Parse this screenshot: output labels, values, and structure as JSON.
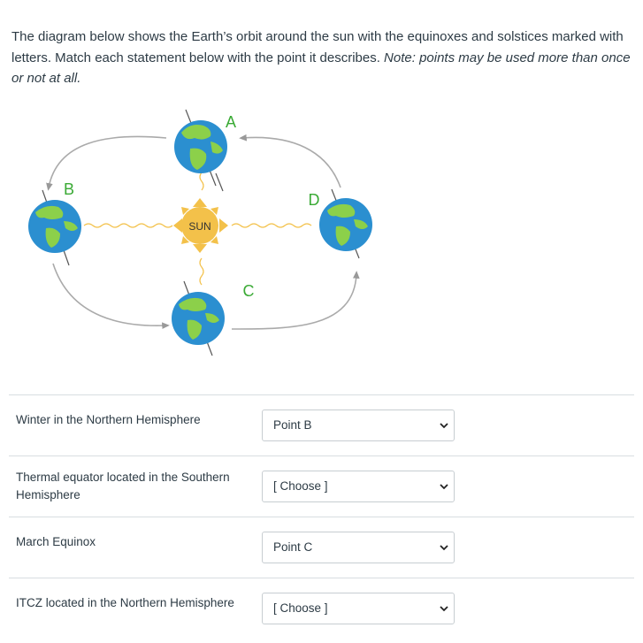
{
  "instructions": {
    "main": "The diagram below shows the Earth’s orbit around the sun with the equinoxes and solstices marked with letters. Match each statement below with the point it describes. ",
    "note": "Note: points may be used more than once or not at all."
  },
  "diagram": {
    "sun_label": "SUN",
    "point_a": "A",
    "point_b": "B",
    "point_c": "C",
    "point_d": "D",
    "colors": {
      "label": "#3aaa35",
      "ocean": "#2b8fd0",
      "land": "#8cd04a",
      "sun": "#f3c14a",
      "orbit": "#aaaaaa"
    }
  },
  "questions": [
    {
      "statement": "Winter in the Northern Hemisphere",
      "selected": "Point B"
    },
    {
      "statement": "Thermal equator located in the Southern Hemisphere",
      "selected": "[ Choose ]"
    },
    {
      "statement": "March Equinox",
      "selected": "Point C"
    },
    {
      "statement": "ITCZ located in the Northern Hemisphere",
      "selected": "[ Choose ]"
    }
  ]
}
